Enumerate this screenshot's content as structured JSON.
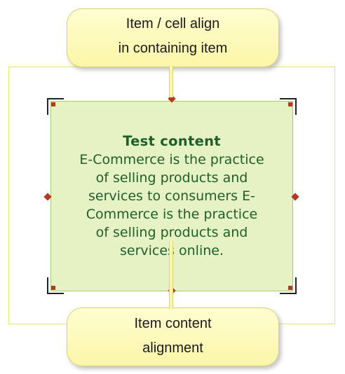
{
  "callouts": {
    "top": {
      "line1": "Item / cell align",
      "line2": "in containing item"
    },
    "bottom": {
      "line1": "Item content",
      "line2": "alignment"
    }
  },
  "content": {
    "title": "Test content",
    "lines": [
      "E-Commerce is the practice",
      "of selling products and",
      "services to consumers E-",
      "Commerce is the practice",
      "of selling products and",
      "services online."
    ]
  },
  "colors": {
    "content_fill": "#e6f2c4",
    "content_border": "#a3cc6a",
    "content_text": "#1e5e2a",
    "outer_frame": "#ece27a",
    "callout_fill": "#fbf6a8",
    "handle": "#b43a24"
  }
}
